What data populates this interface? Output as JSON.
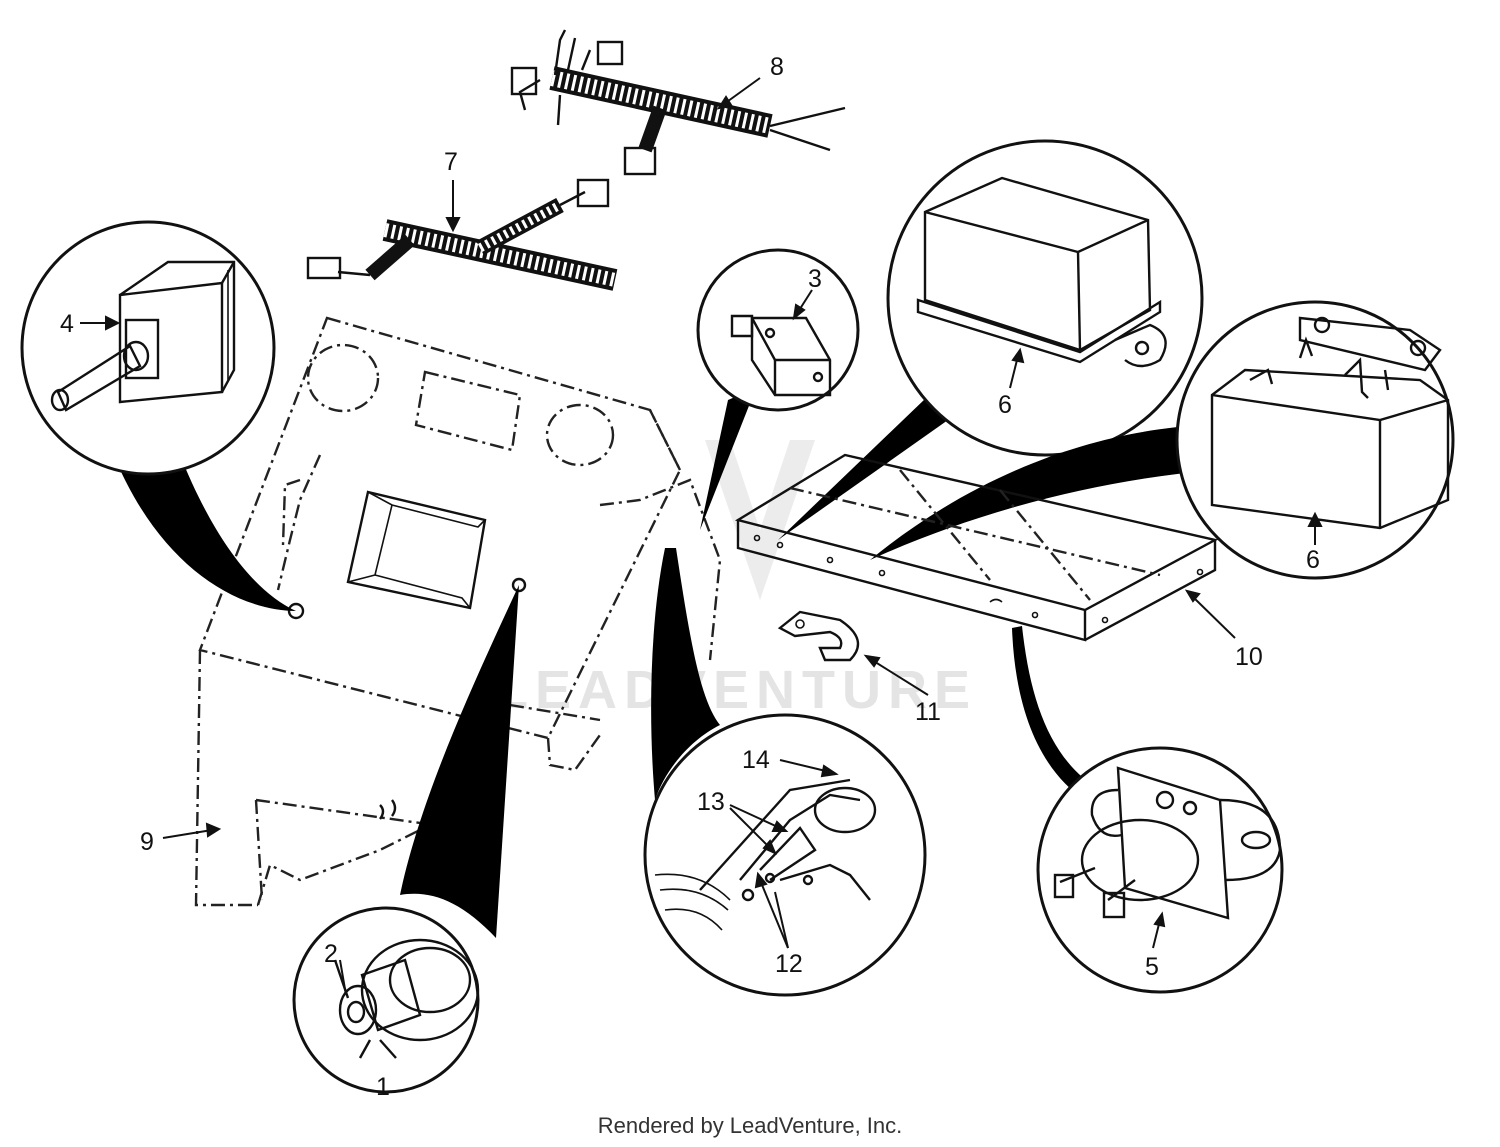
{
  "diagram": {
    "callouts": {
      "c1": "1",
      "c2": "2",
      "c3": "3",
      "c4": "4",
      "c5": "5",
      "c6a": "6",
      "c6b": "6",
      "c7": "7",
      "c8": "8",
      "c9": "9",
      "c10": "10",
      "c11": "11",
      "c12": "12",
      "c13": "13",
      "c14": "14"
    },
    "watermark": "LEADVENTURE"
  },
  "footer": {
    "text": "Rendered by LeadVenture, Inc."
  }
}
